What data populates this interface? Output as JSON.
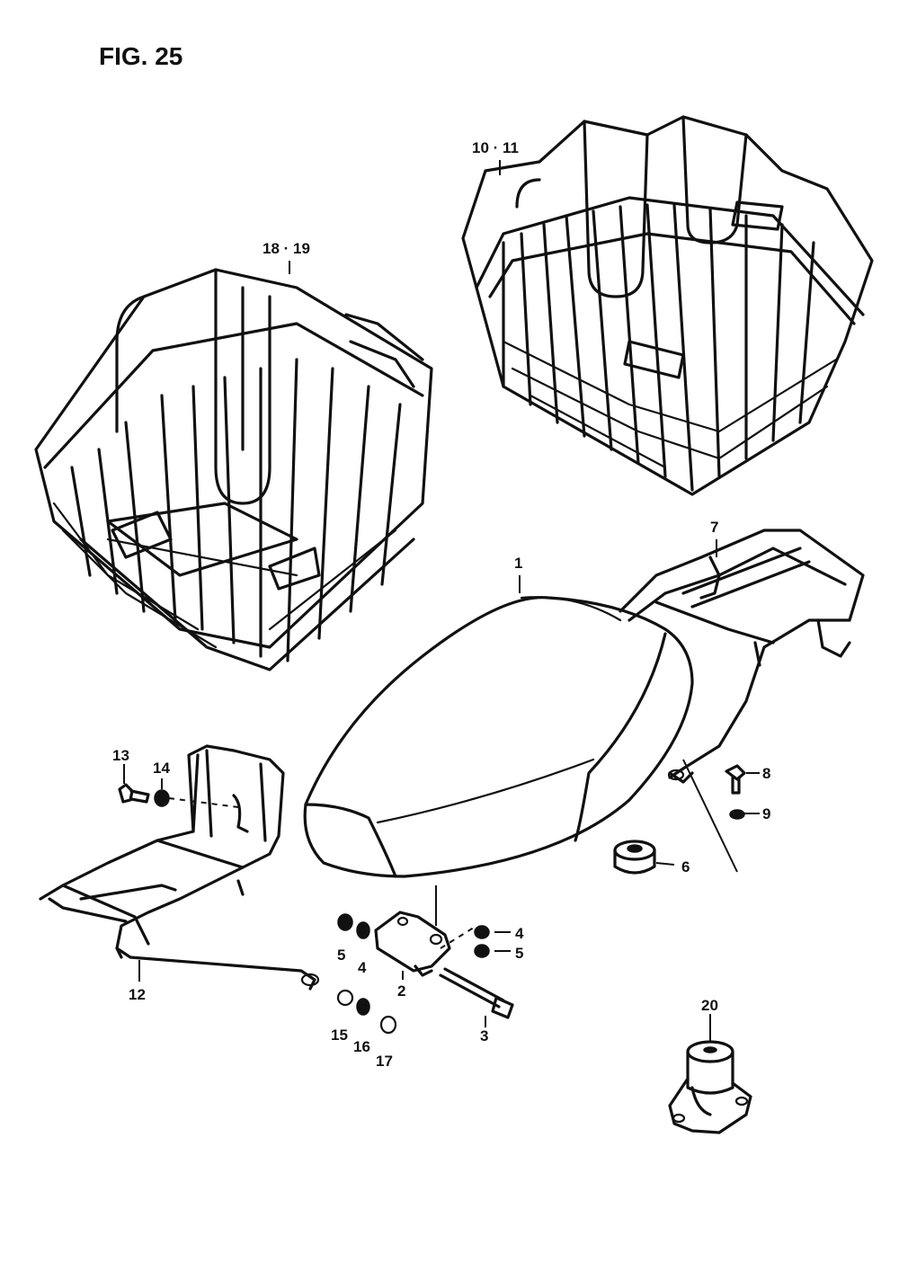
{
  "figure": {
    "title": "FIG. 25"
  },
  "callouts": {
    "c1": "1",
    "c2": "2",
    "c3": "3",
    "c4a": "4",
    "c4b": "4",
    "c5a": "5",
    "c5b": "5",
    "c6": "6",
    "c7": "7",
    "c8": "8",
    "c9": "9",
    "c10_11": "10 · 11",
    "c12": "12",
    "c13": "13",
    "c14": "14",
    "c15": "15",
    "c16": "16",
    "c17": "17",
    "c18_19": "18 · 19",
    "c20": "20"
  }
}
